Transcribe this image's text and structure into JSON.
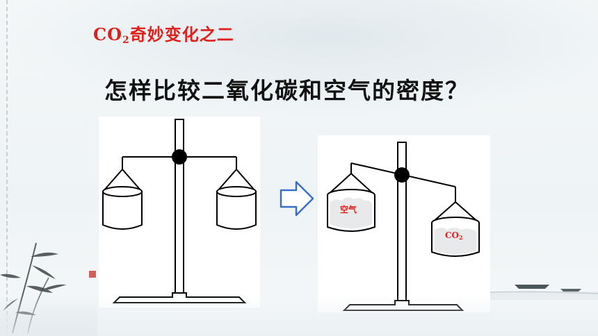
{
  "slide": {
    "subtitle_main": "CO",
    "subtitle_sub": "2",
    "subtitle_rest": "奇妙变化之二",
    "question": "怎样比较二氧化碳和空气的密度？"
  },
  "labels": {
    "air": "空气",
    "co2_main": "CO",
    "co2_sub": "2"
  },
  "colors": {
    "subtitle": "#e0201c",
    "question": "#111111",
    "arrow": "#3a6fc4"
  },
  "icons": {
    "balance": "balance-scale-icon",
    "arrow": "right-arrow-icon",
    "bamboo": "bamboo-decoration-icon",
    "boat": "boat-decoration-icon"
  }
}
